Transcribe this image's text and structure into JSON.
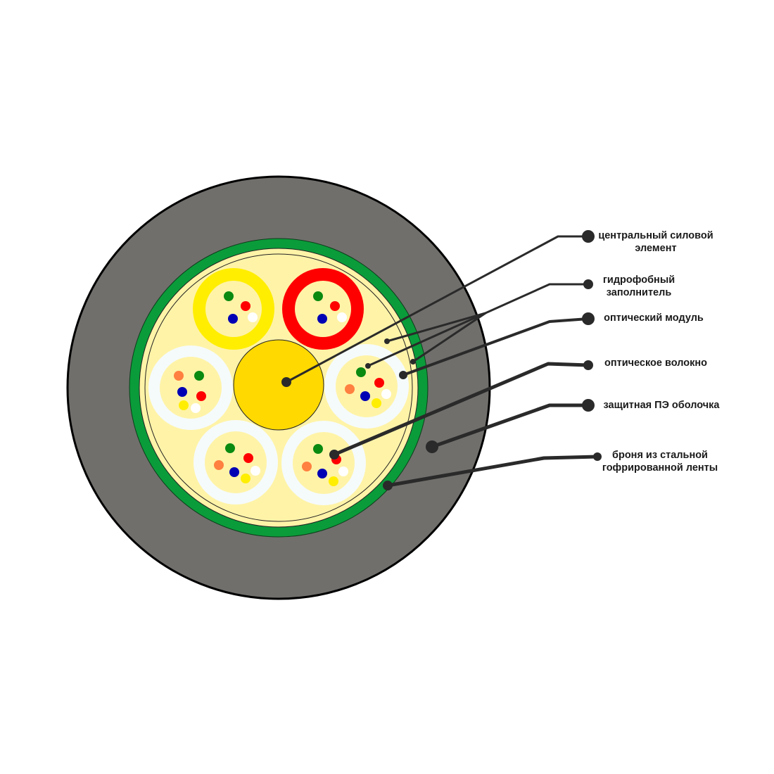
{
  "labels": {
    "central_strength_member": [
      "центральный силовой",
      "элемент"
    ],
    "water_blocking_filler": [
      "гидрофобный",
      "заполнитель"
    ],
    "optical_module": [
      "оптический модуль"
    ],
    "optical_fiber": [
      "оптическое волокно"
    ],
    "pe_sheath": [
      "защитная ПЭ оболочка"
    ],
    "steel_armor": [
      "броня из стальной",
      "гофрированной ленты"
    ]
  },
  "colors": {
    "outer_sheath": "#706f6c",
    "armor": "#0a9c3a",
    "filler": "#fff3a8",
    "central_member": "#ffd900",
    "leader": "#2a2a2a",
    "fiber_green": "#0a8a10",
    "fiber_red": "#ff0000",
    "fiber_blue": "#0000b4",
    "fiber_white": "#ffffff",
    "fiber_orange": "#ff8040",
    "fiber_yellow": "#ffee00"
  },
  "modules": [
    {
      "name": "module-yellow",
      "tube_color": "#ffee00",
      "fibers": [
        "green",
        "red",
        "blue",
        "white"
      ]
    },
    {
      "name": "module-red",
      "tube_color": "#ff0000",
      "fibers": [
        "green",
        "red",
        "blue",
        "white"
      ]
    },
    {
      "name": "module-white-left",
      "tube_color": "#f5fbfb",
      "fibers": [
        "orange",
        "green",
        "blue",
        "red",
        "yellow",
        "white"
      ]
    },
    {
      "name": "module-white-right",
      "tube_color": "#f5fbfb",
      "fibers": [
        "green",
        "red",
        "orange",
        "blue",
        "white",
        "yellow"
      ]
    },
    {
      "name": "module-white-bottom-left",
      "tube_color": "#f5fbfb",
      "fibers": [
        "green",
        "red",
        "orange",
        "blue",
        "white",
        "yellow"
      ]
    },
    {
      "name": "module-white-bottom-right",
      "tube_color": "#f5fbfb",
      "fibers": [
        "green",
        "red",
        "orange",
        "blue",
        "white",
        "yellow"
      ]
    }
  ]
}
